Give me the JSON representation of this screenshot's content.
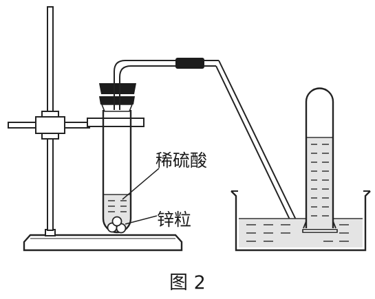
{
  "labels": {
    "acid": "稀硫酸",
    "zinc": "锌粒",
    "caption": "图 2"
  }
}
